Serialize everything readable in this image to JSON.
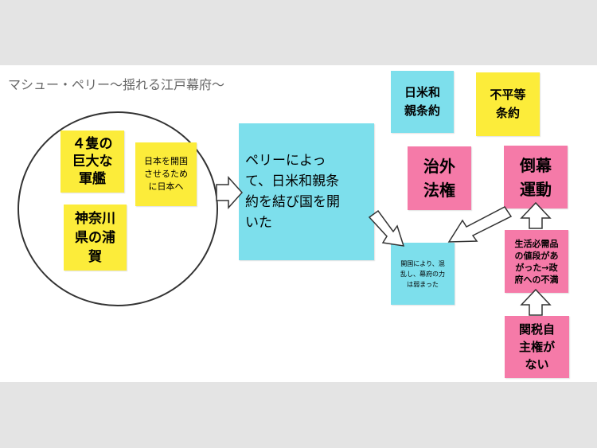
{
  "title": "マシュー・ペリー〜揺れる江戸幕府〜",
  "notes": {
    "warships": "４隻の\n巨大な\n軍艦",
    "kanagawa": "神奈川\n県の浦\n賀",
    "open_japan": "日本を開国\nさせるため\nに日本へ",
    "perry": "ペリーによっ\nて、日米和親条\n約を結び国を開\nいた",
    "treaty": "日米和\n親条約",
    "unequal": "不平等\n条約",
    "extraterritoriality": "治外\n法権",
    "overthrow": "倒幕\n運動",
    "confusion": "開国により、混\n乱し、幕府の力\nは弱まった",
    "prices": "生活必需品\nの値段があ\nがった→政\n府への不満",
    "tariff": "関税自\n主権が\nない"
  },
  "colors": {
    "yellow": "#fcec3a",
    "cyan": "#7ddfec",
    "pink": "#f57aa8"
  },
  "icons": [
    "block-arrow-right",
    "block-arrow-down-right",
    "block-arrow-down-left",
    "block-arrow-up",
    "block-arrow-up"
  ]
}
